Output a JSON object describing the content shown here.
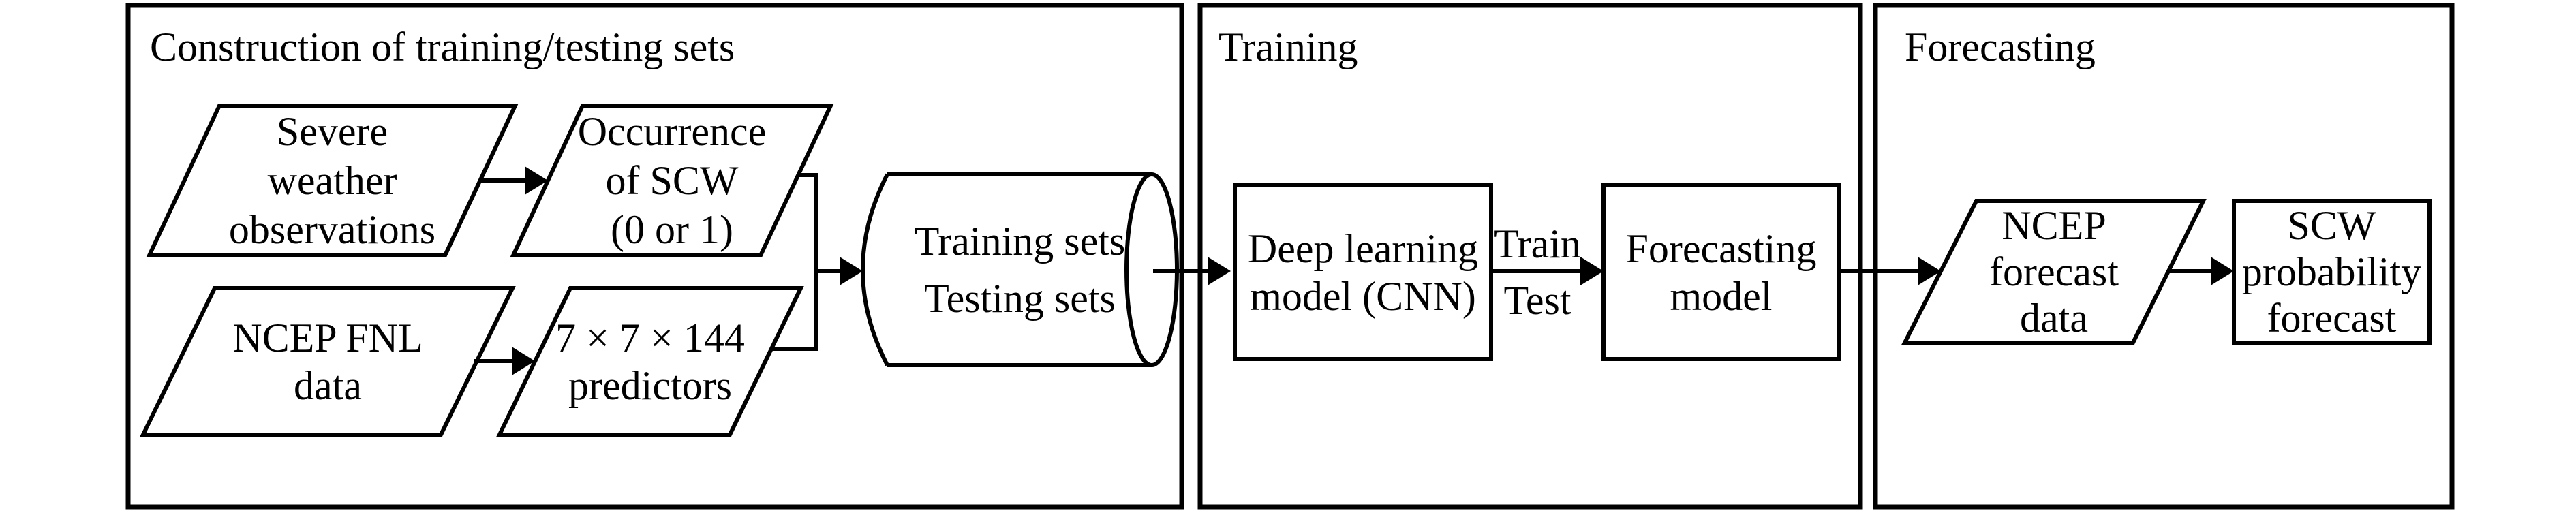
{
  "canvas": {
    "background_color": "#ffffff",
    "stroke_color": "#000000"
  },
  "panel1": {
    "title": "Construction of training/testing sets",
    "severe_obs": {
      "shape": "parallelogram",
      "lines": [
        "Severe",
        "weather",
        "observations"
      ]
    },
    "occurrence": {
      "shape": "parallelogram",
      "lines": [
        "Occurrence",
        "of SCW",
        "(0 or 1)"
      ]
    },
    "ncep_fnl": {
      "shape": "parallelogram",
      "lines": [
        "NCEP FNL",
        "data"
      ]
    },
    "predictors": {
      "shape": "parallelogram",
      "lines": [
        "7 × 7 × 144",
        "predictors"
      ]
    },
    "datasets": {
      "shape": "cylinder",
      "lines": [
        "Training sets",
        "Testing sets"
      ]
    }
  },
  "panel2": {
    "title": "Training",
    "dl_model": {
      "shape": "rectangle",
      "lines": [
        "Deep learning",
        "model (CNN)"
      ]
    },
    "forecast_model": {
      "shape": "rectangle",
      "lines": [
        "Forecasting",
        "model"
      ]
    },
    "arrow_labels": {
      "above": "Train",
      "below": "Test"
    }
  },
  "panel3": {
    "title": "Forecasting",
    "ncep_forecast": {
      "shape": "parallelogram",
      "lines": [
        "NCEP",
        "forecast",
        "data"
      ]
    },
    "scw_forecast": {
      "shape": "rectangle",
      "lines": [
        "SCW",
        "probability",
        "forecast"
      ]
    }
  }
}
